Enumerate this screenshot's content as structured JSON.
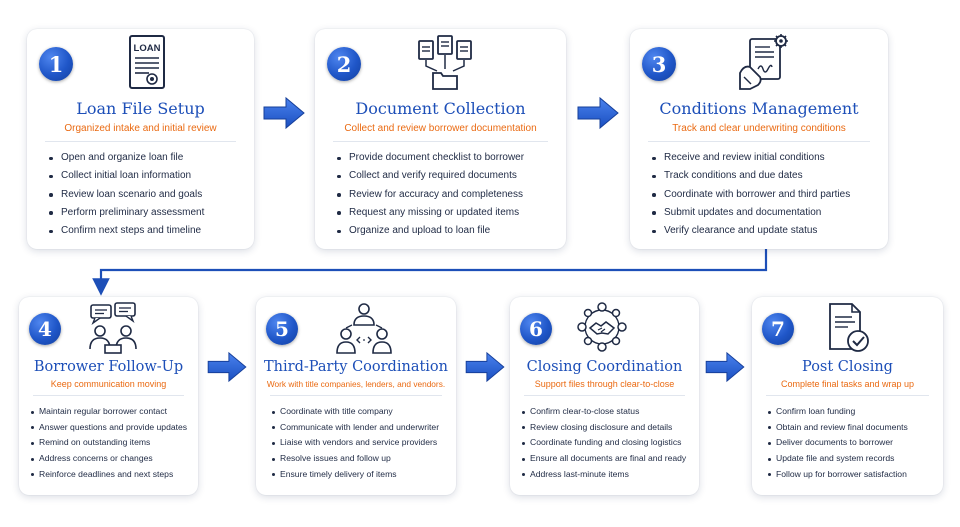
{
  "colors": {
    "accent_blue": "#1d4fb8",
    "subtitle_orange": "#ea6a12",
    "arrow_blue": "#2a63d6",
    "text_dark": "#1f2a44"
  },
  "steps": [
    {
      "number": "1",
      "icon": "loan-document-icon",
      "icon_text": "LOAN",
      "title": "Loan File Setup",
      "subtitle": "Organized intake and initial review",
      "items": [
        "Open and organize loan file",
        "Collect initial loan information",
        "Review loan scenario and goals",
        "Perform preliminary assessment",
        "Confirm next steps and timeline"
      ]
    },
    {
      "number": "2",
      "icon": "documents-to-folder-icon",
      "title": "Document Collection",
      "subtitle": "Collect and review borrower documentation",
      "items": [
        "Provide document checklist to borrower",
        "Collect and verify required documents",
        "Review for accuracy and completeness",
        "Request any missing or updated items",
        "Organize and upload to loan file"
      ]
    },
    {
      "number": "3",
      "icon": "signing-document-gear-icon",
      "title": "Conditions Management",
      "subtitle": "Track and clear underwriting conditions",
      "items": [
        "Receive and review initial conditions",
        "Track conditions and due dates",
        "Coordinate with borrower and third parties",
        "Submit updates and documentation",
        "Verify clearance and update status"
      ]
    },
    {
      "number": "4",
      "icon": "conversation-icon",
      "title": "Borrower Follow-Up",
      "subtitle": "Keep communication moving",
      "items": [
        "Maintain regular borrower contact",
        "Answer questions and provide updates",
        "Remind on outstanding items",
        "Address concerns or changes",
        "Reinforce deadlines and next steps"
      ]
    },
    {
      "number": "5",
      "icon": "team-network-icon",
      "title": "Third-Party Coordination",
      "subtitle": "Work with title companies, lenders, and vendors.",
      "items": [
        "Coordinate with title company",
        "Communicate with lender and underwriter",
        "Liaise with vendors and service providers",
        "Resolve issues and follow up",
        "Ensure timely delivery of items"
      ]
    },
    {
      "number": "6",
      "icon": "handshake-network-icon",
      "title": "Closing Coordination",
      "subtitle": "Support files through clear-to-close",
      "items": [
        "Confirm clear-to-close status",
        "Review closing disclosure and details",
        "Coordinate funding and closing logistics",
        "Ensure all documents are final and ready",
        "Address last-minute items"
      ]
    },
    {
      "number": "7",
      "icon": "document-check-icon",
      "title": "Post Closing",
      "subtitle": "Complete final tasks and wrap up",
      "items": [
        "Confirm loan funding",
        "Obtain and review final documents",
        "Deliver documents to borrower",
        "Update file and system records",
        "Follow up for borrower satisfaction"
      ]
    }
  ]
}
